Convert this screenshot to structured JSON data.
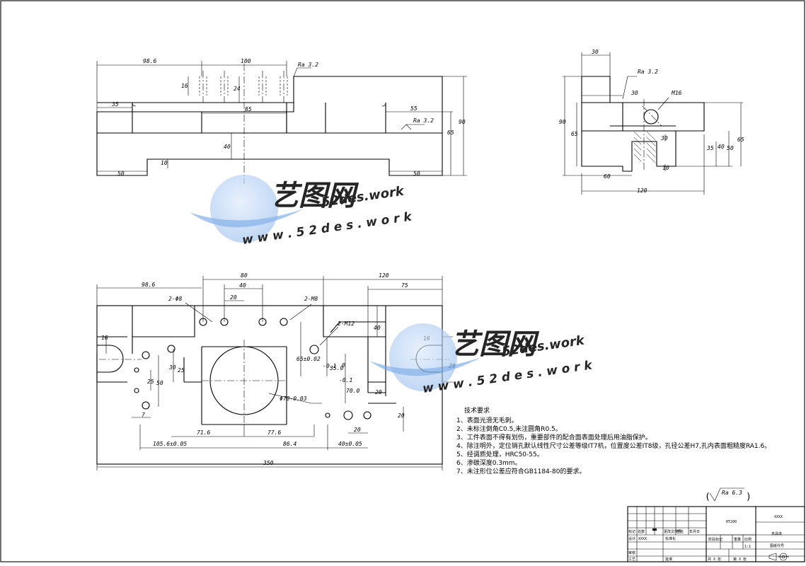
{
  "front_view": {
    "dims": [
      "98.6",
      "100",
      "Ra 3.2",
      "16",
      "24",
      "85",
      "35",
      "55",
      "Ra 3.2",
      "65",
      "90",
      "40",
      "10",
      "50",
      "50"
    ]
  },
  "side_view": {
    "dims": [
      "30",
      "Ra 3.2",
      "30",
      "M16",
      "90",
      "65",
      "30",
      "35",
      "40",
      "50",
      "65",
      "10",
      "60",
      "120"
    ]
  },
  "top_view": {
    "dims": [
      "80",
      "120",
      "98.6",
      "40",
      "75",
      "20",
      "2-Φ8",
      "2-M8",
      "2-M12",
      "16",
      "40",
      "65±0.02",
      "35.0",
      "-0.1",
      "30",
      "25",
      "50",
      "25",
      "Φ70-0.03",
      "0",
      "-0.1",
      "70.0",
      "20",
      "20",
      "16",
      "28",
      "7",
      "20",
      "71.6",
      "77.6",
      "105.6±0.05",
      "86.4",
      "40±0.05",
      "350"
    ]
  },
  "tech": {
    "title": "技术要求",
    "items": [
      "1、表面光滑无毛刺。",
      "2、未标注倒角C0.5,未注圆角R0.5。",
      "3、工件表面不得有划伤，重要部件的配合面表面处理后用油脂保护。",
      "4、除注明外，定位销孔默认线性尺寸公差等级IT7机，位置度公差IT8级，孔径公差H7,孔内表面粗糙度RA1.6。",
      "5、经调质处理，HRC50-55。",
      "6、渗碳深度0.3mm。",
      "7、未注形位公差应符合GB1184-80的要求。"
    ]
  },
  "roughness": {
    "value": "Ra 6.3",
    "open": "(",
    "close": ")"
  },
  "title_block": {
    "material": "HT200",
    "company": "XXXX",
    "part_name": "夹具体",
    "scale": "1:1",
    "drawing_no_label": "图纸代号",
    "h_row": [
      "标记",
      "处数",
      "分区",
      "更改文件号",
      "签名",
      "年月日"
    ],
    "designer_row": [
      "设计",
      "XXXX",
      "",
      "标准化"
    ],
    "stage_labels": [
      "阶段标记",
      "重量",
      "比例"
    ],
    "review": "审核",
    "process": "工艺",
    "approve": "批准",
    "sheet_total": "共  X  张",
    "sheet_no": "第  X  张"
  },
  "watermark": {
    "brand": "艺图网",
    "site": "52des.work",
    "url": "w w w . 5 2 d e s . w o r k"
  }
}
